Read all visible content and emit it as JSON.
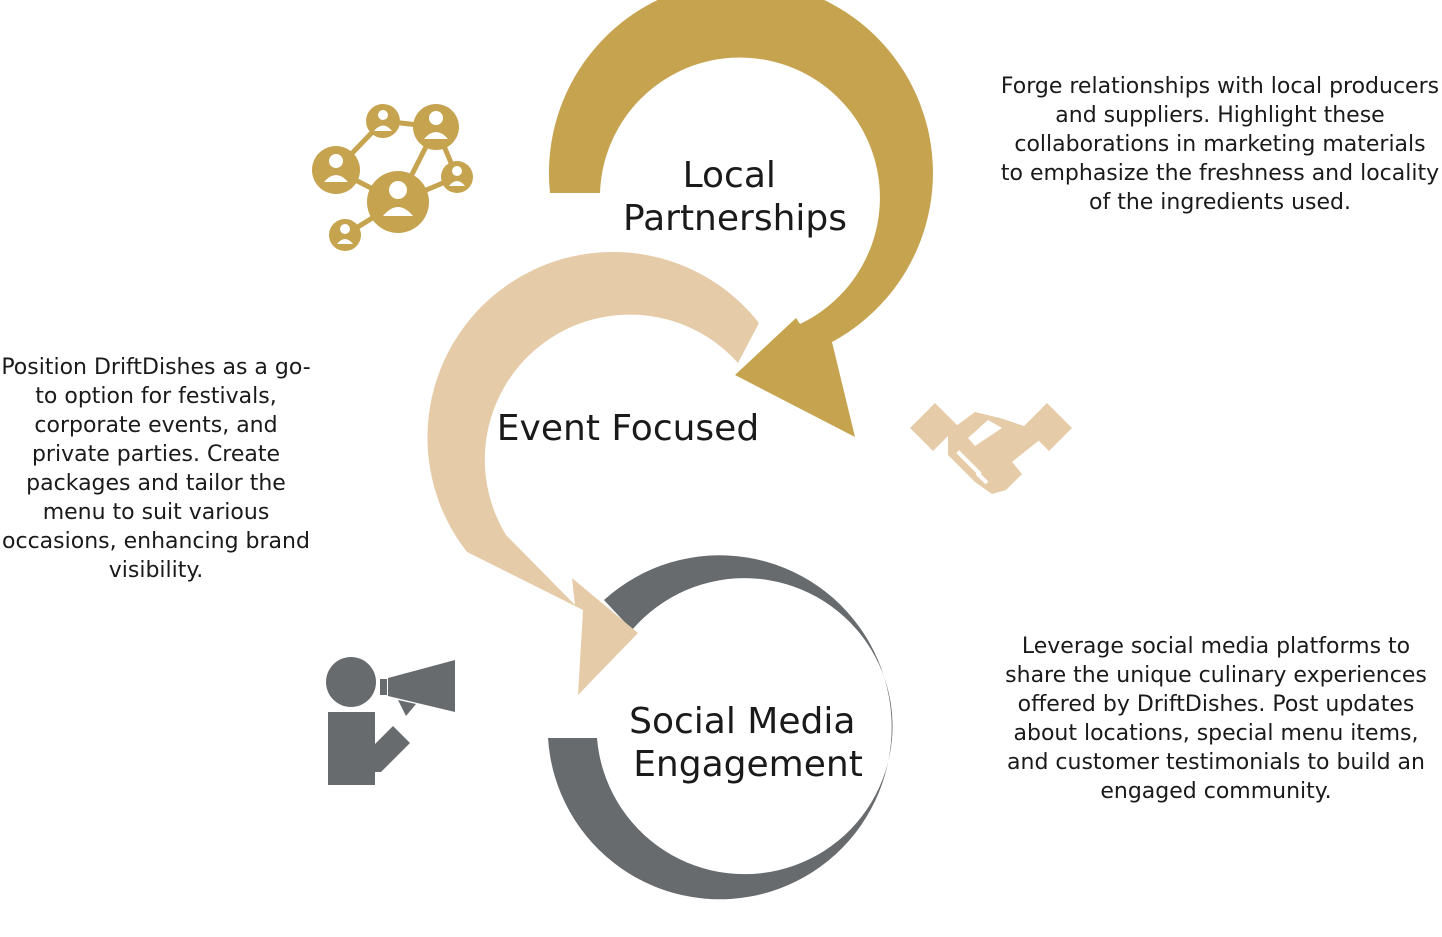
{
  "stages": [
    {
      "id": "local",
      "label_lines": [
        "Local",
        "Partnerships"
      ],
      "description": "Forge relationships with local producers and suppliers. Highlight these collaborations in marketing materials to emphasize the freshness and locality of the ingredients used.",
      "color": "#C6A34F",
      "icon": "network-people-icon"
    },
    {
      "id": "event",
      "label_lines": [
        "Event Focused"
      ],
      "description": "Position DriftDishes as a go-to option for festivals, corporate events, and private parties. Create packages and tailor the menu to suit various occasions, enhancing brand visibility.",
      "color": "#E6CBA8",
      "icon": "handshake-icon"
    },
    {
      "id": "social",
      "label_lines": [
        "Social Media",
        "Engagement"
      ],
      "description": "Leverage social media platforms to share the unique culinary experiences offered by DriftDishes. Post updates about locations, special menu items, and customer testimonials to build an engaged community.",
      "color": "#676B6E",
      "icon": "megaphone-person-icon"
    }
  ]
}
